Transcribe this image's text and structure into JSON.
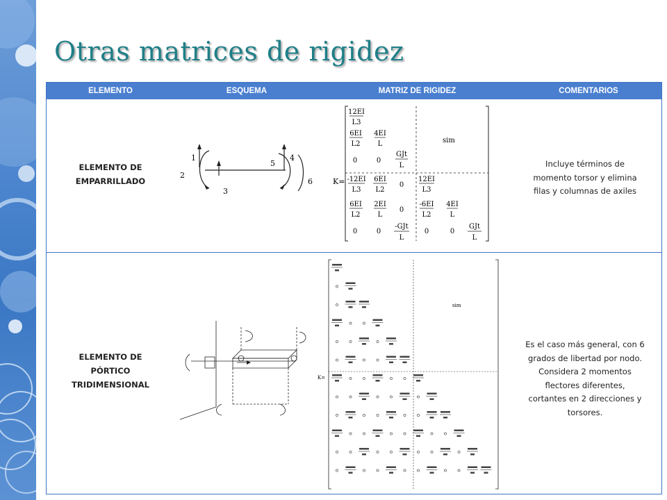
{
  "title": "Otras matrices de rigidez",
  "table": {
    "headers": [
      "ELEMENTO",
      "ESQUEMA",
      "MATRIZ DE RIGIDEZ",
      "COMENTARIOS"
    ],
    "rows": [
      {
        "element_lines": [
          "ELEMENTO DE",
          "EMPARRILLADO"
        ],
        "comment_lines": [
          "Incluye términos de",
          "momento torsor y elimina",
          "filas y columnas de axiles"
        ],
        "scheme_labels": [
          "1",
          "2",
          "3",
          "4",
          "5",
          "6"
        ],
        "matrix": {
          "prefix": "K=",
          "sym": "sim",
          "cells": {
            "a": "12EI",
            "b": "L3",
            "c": "6EI",
            "d": "L2",
            "e": "4EI",
            "f": "L",
            "g": "0",
            "h": "GJt",
            "i": "-12EI",
            "j": "-6EI",
            "k": "2EI",
            "l": "-GJt"
          }
        }
      },
      {
        "element_lines": [
          "ELEMENTO DE",
          "PÓRTICO",
          "TRIDIMENSIONAL"
        ],
        "comment_lines": [
          "Es el caso más general, con 6",
          "grados de libertad por nodo.",
          "Considera 2 momentos",
          "flectores diferentes,",
          "cortantes en 2 direcciones y",
          "torsores."
        ],
        "matrix": {
          "prefix": "K=",
          "sym": "sim"
        }
      }
    ]
  }
}
